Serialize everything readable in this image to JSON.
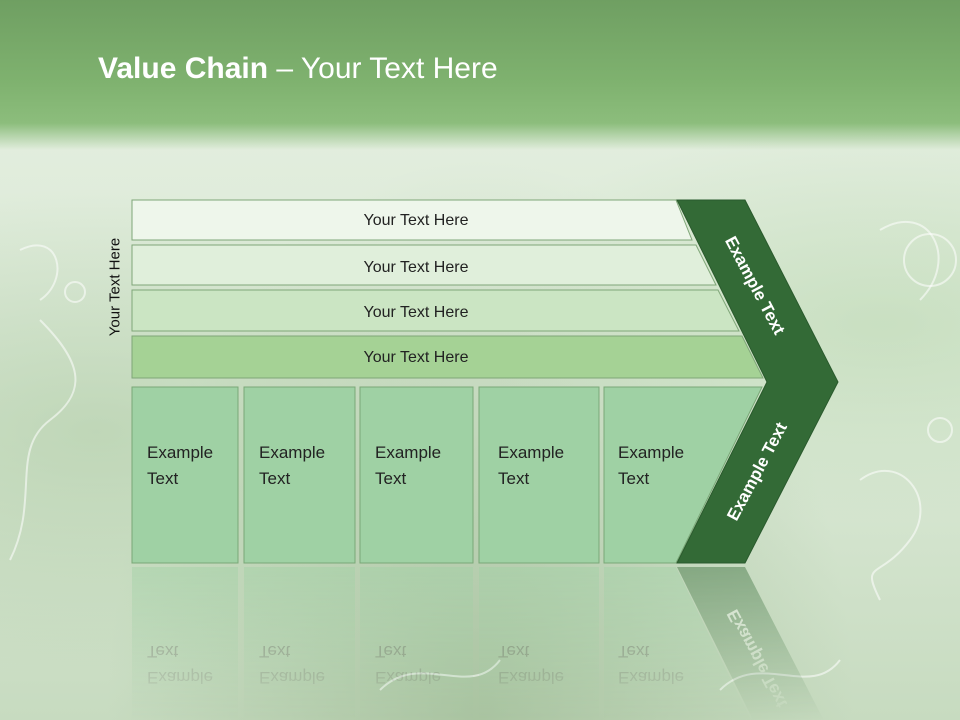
{
  "title": {
    "bold": "Value Chain",
    "rest": " – Your Text Here"
  },
  "side_label": "Your Text Here",
  "rows": [
    {
      "label": "Your Text Here",
      "fill": "#eef6eb"
    },
    {
      "label": "Your Text Here",
      "fill": "#e0efdb"
    },
    {
      "label": "Your Text Here",
      "fill": "#cbe5c3"
    },
    {
      "label": "Your Text Here",
      "fill": "#a5d295"
    }
  ],
  "columns": [
    {
      "line1": "Example",
      "line2": "Text"
    },
    {
      "line1": "Example",
      "line2": "Text"
    },
    {
      "line1": "Example",
      "line2": "Text"
    },
    {
      "line1": "Example",
      "line2": "Text"
    },
    {
      "line1": "Example",
      "line2": "Text"
    }
  ],
  "chevron_top_label": "Example Text",
  "chevron_bottom_label": "Example Text",
  "colors": {
    "column_fill": "#9fd1a4",
    "chevron_fill": "#336a36",
    "accent": "#7fb26f"
  }
}
